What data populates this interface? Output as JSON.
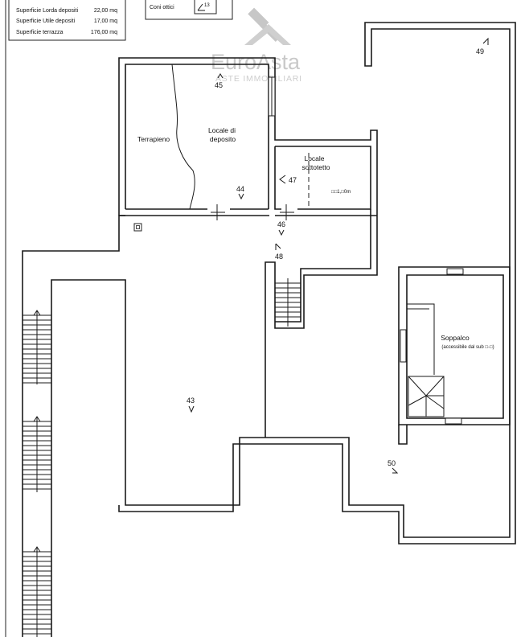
{
  "legend_surfaces": {
    "rows": [
      {
        "label": "Superficie Lorda depositi",
        "value": "22,00 mq"
      },
      {
        "label": "Superficie Utile depositi",
        "value": "17,00 mq"
      },
      {
        "label": "Superficie terrazza",
        "value": "176,00 mq"
      }
    ]
  },
  "legend_cones": {
    "label": "Coni ottici",
    "symbol_number": "13"
  },
  "watermark": {
    "brand": "EuroAsta",
    "tagline": "ASTE IMMOBILIARI"
  },
  "rooms": {
    "terrapieno": "Terrapieno",
    "deposito_line1": "Locale di",
    "deposito_line2": "deposito",
    "sottotetto_line1": "Locale",
    "sottotetto_line2": "sottotetto",
    "sottotetto_height": "□□1,□0m",
    "soppalco": "Soppalco",
    "soppalco_note": "(accessibile dal sub □-□)"
  },
  "viewpoints": [
    {
      "id": "vp-43",
      "number": "43"
    },
    {
      "id": "vp-44",
      "number": "44"
    },
    {
      "id": "vp-45",
      "number": "45"
    },
    {
      "id": "vp-46",
      "number": "46"
    },
    {
      "id": "vp-47",
      "number": "47"
    },
    {
      "id": "vp-48",
      "number": "48"
    },
    {
      "id": "vp-49",
      "number": "49"
    },
    {
      "id": "vp-50",
      "number": "50"
    }
  ]
}
